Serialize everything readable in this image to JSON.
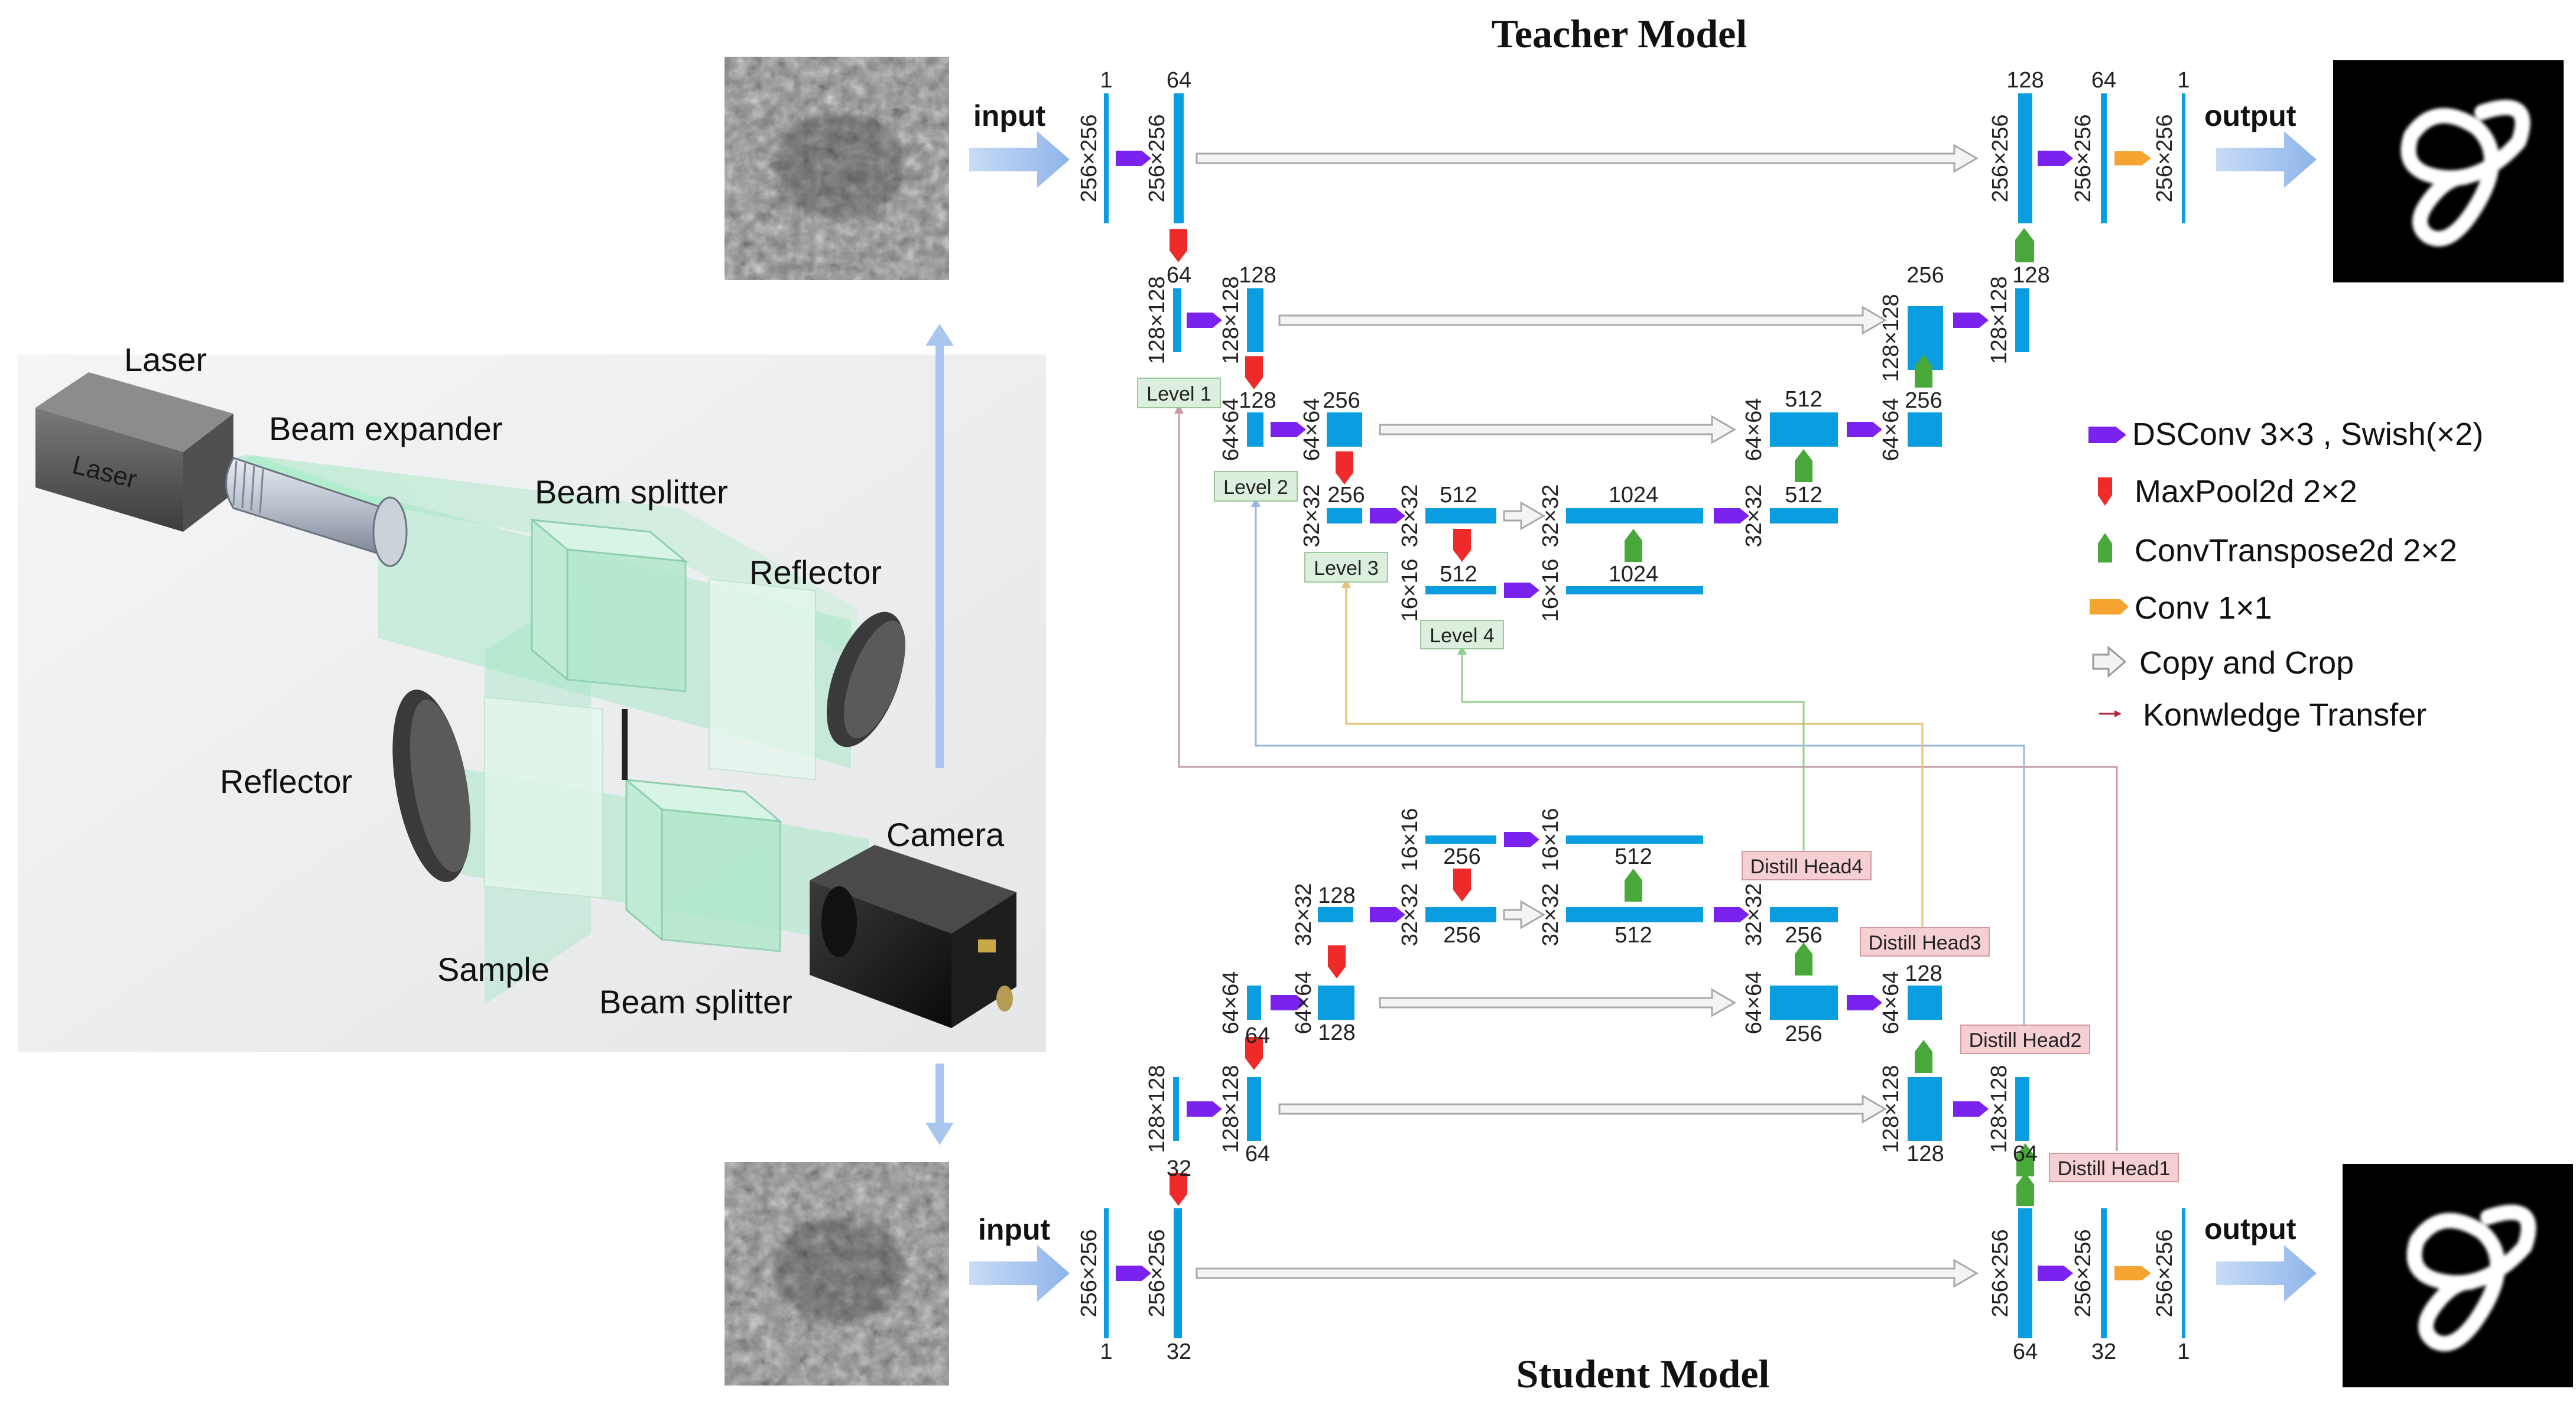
{
  "titles": {
    "teacher": "Teacher Model",
    "student": "Student Model"
  },
  "io": {
    "input": "input",
    "output": "output"
  },
  "setup_labels": {
    "laser": "Laser",
    "laser_box": "Laser",
    "beam_expander": "Beam expander",
    "beam_splitter_top": "Beam splitter",
    "reflector_right": "Reflector",
    "reflector_left": "Reflector",
    "camera": "Camera",
    "sample": "Sample",
    "beam_splitter_bottom": "Beam splitter"
  },
  "legend": [
    {
      "icon": "dsconv-arrow-icon",
      "label": "DSConv 3×3 , Swish(×2)"
    },
    {
      "icon": "maxpool-arrow-icon",
      "label": "MaxPool2d 2×2"
    },
    {
      "icon": "convtranspose-arrow-icon",
      "label": "ConvTranspose2d 2×2"
    },
    {
      "icon": "conv1x1-arrow-icon",
      "label": "Conv 1×1"
    },
    {
      "icon": "copy-crop-arrow-icon",
      "label": "Copy and Crop"
    },
    {
      "icon": "knowledge-transfer-arrow-icon",
      "label": "Konwledge Transfer"
    }
  ],
  "levels": [
    "Level 1",
    "Level 2",
    "Level 3",
    "Level 4"
  ],
  "heads": [
    "Distill Head4",
    "Distill Head3",
    "Distill Head2",
    "Distill Head1"
  ],
  "teacher_labels": {
    "c1": "1",
    "c64a": "64",
    "c128o": "128",
    "c64o": "64",
    "c1o": "1",
    "s256a": "256×256",
    "s256b": "256×256",
    "s256c": "256×256",
    "s256d": "256×256",
    "s256e": "256×256",
    "l2_64": "64",
    "l2_128": "128",
    "l2_256r": "256",
    "l2_128r": "128",
    "s128a": "128×128",
    "s128b": "128×128",
    "s128c": "128×128",
    "s128d": "128×128",
    "l3_128": "128",
    "l3_256": "256",
    "l3_512r": "512",
    "l3_256r": "256",
    "s64a": "64×64",
    "s64b": "64×64",
    "s64c": "64×64",
    "s64d": "64×64",
    "l4_256": "256",
    "l4_512": "512",
    "l4_1024": "1024",
    "l4_512r": "512",
    "s32a": "32×32",
    "s32b": "32×32",
    "s32c": "32×32",
    "s32d": "32×32",
    "l5_512": "512",
    "l5_1024": "1024",
    "s16a": "16×16",
    "s16b": "16×16"
  },
  "student_labels": {
    "c1": "1",
    "c32a": "32",
    "c64o": "64",
    "c32o": "32",
    "c1o": "1",
    "s256a": "256×256",
    "s256b": "256×256",
    "s256c": "256×256",
    "s256d": "256×256",
    "s256e": "256×256",
    "l2_32": "32",
    "l2_64": "64",
    "l2_64r": "64",
    "l2_128r": "128",
    "s128a": "128×128",
    "s128b": "128×128",
    "s128c": "128×128",
    "s128d": "128×128",
    "l3_64": "64",
    "l3_128": "128",
    "l3_256r": "256",
    "l3_128r": "128",
    "s64a": "64×64",
    "s64b": "64×64",
    "s64c": "64×64",
    "s64d": "64×64",
    "l4_128": "128",
    "l4_256": "256",
    "l4_512": "512",
    "l4_256r": "256",
    "s32a": "32×32",
    "s32b": "32×32",
    "s32c": "32×32",
    "s32d": "32×32",
    "l5_256": "256",
    "l5_512": "512",
    "s16a": "16×16",
    "s16b": "16×16"
  },
  "colors": {
    "feature_map": "#0a9ee0",
    "dsconv": "#7a22ee",
    "maxpool": "#ee2a2a",
    "convtranspose": "#49a83a",
    "conv1x1": "#f5a432",
    "copy_crop": "#cfcfcf",
    "big_arrow": "#a9c6ee",
    "level_box": "#dcefdc",
    "head_box": "#f6cfd2",
    "transfer_l1": "#c59aa3",
    "transfer_l2": "#9ab7e3",
    "transfer_l3": "#e6c27a",
    "transfer_l4": "#8fd08f"
  }
}
